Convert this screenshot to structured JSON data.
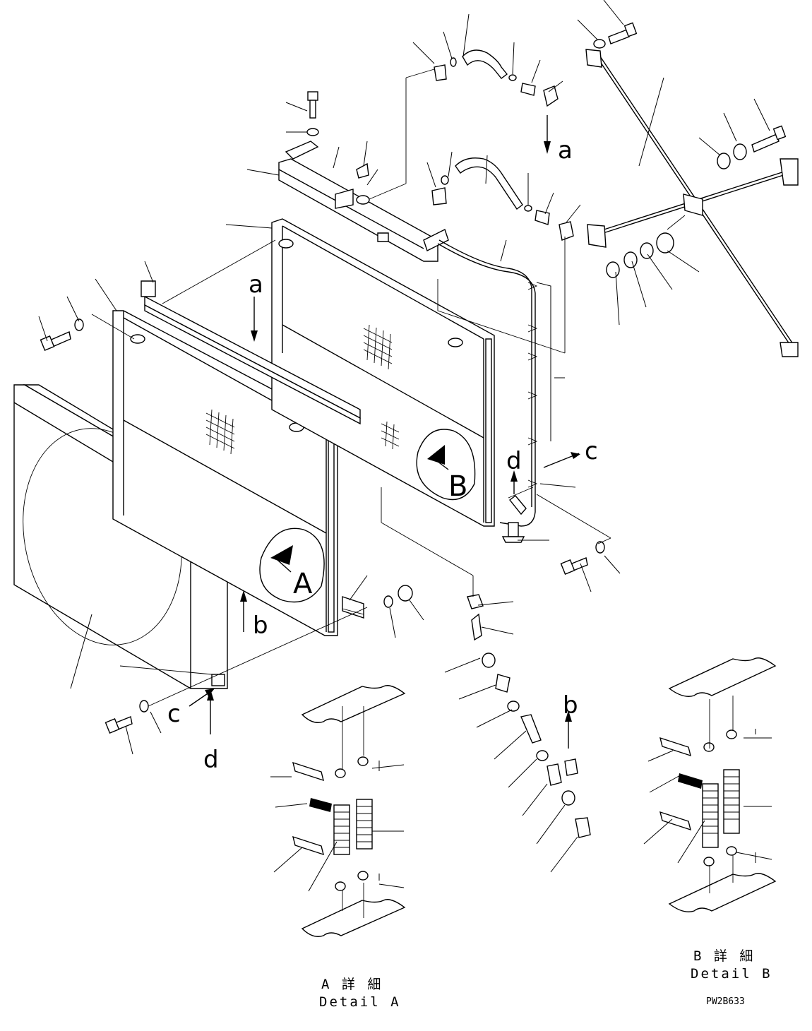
{
  "labels": {
    "a": "a",
    "b": "b",
    "c": "c",
    "d": "d",
    "A": "A",
    "B": "B"
  },
  "captions": {
    "detail_a_jp": "A 詳 細",
    "detail_a_en": "Detail A",
    "detail_b_jp": "B 詳 細",
    "detail_b_en": "Detail B"
  },
  "drawing_code": "PW2B633"
}
